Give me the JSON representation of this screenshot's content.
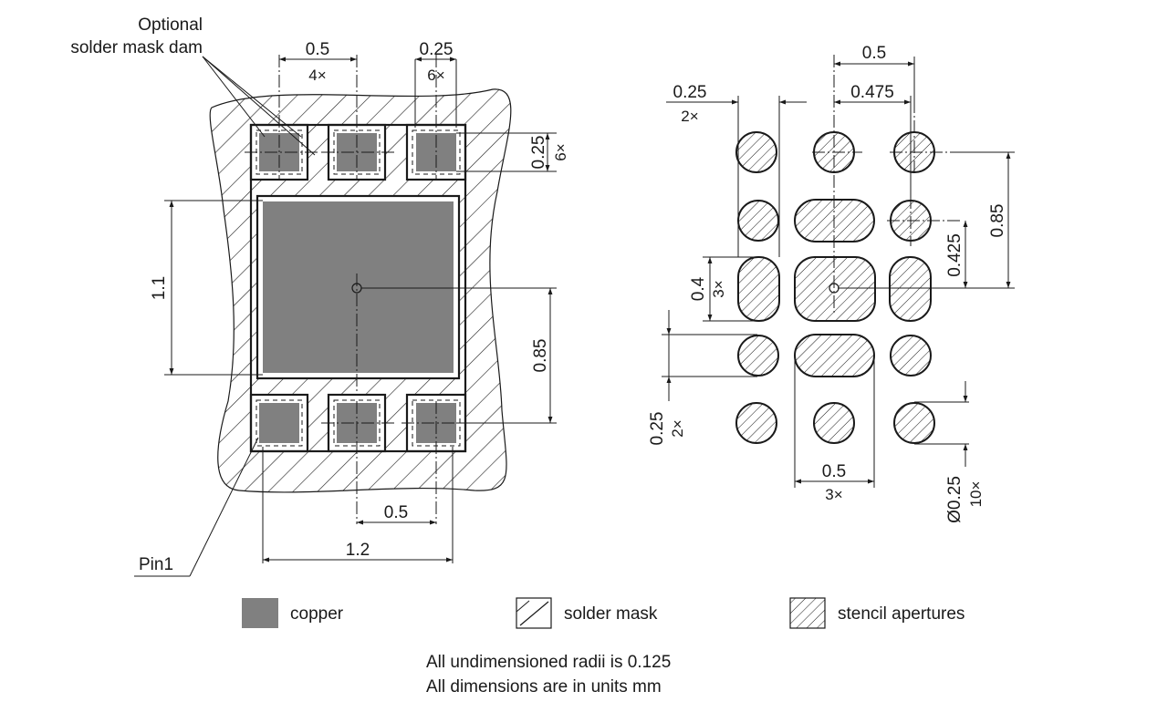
{
  "callouts": {
    "dam_line1": "Optional",
    "dam_line2": "solder mask dam",
    "pin1": "Pin1"
  },
  "footprint_dims": {
    "pitch": "0.5",
    "pitch_count": "4×",
    "pad_width": "0.25",
    "pad_width_count": "6×",
    "pad_height": "0.25",
    "pad_height_count": "6×",
    "pad_gap": "1.1",
    "center_offset": "0.85",
    "bottom_pitch": "0.5",
    "body_width": "1.2"
  },
  "stencil_dims": {
    "top_pitch": "0.5",
    "top_offset": "0.475",
    "aperture_width": "0.25",
    "aperture_width_count": "2×",
    "row_offset": "0.85",
    "center_row_offset": "0.425",
    "slot_height": "0.4",
    "slot_height_count": "3×",
    "small_height": "0.25",
    "small_height_count": "2×",
    "slot_pitch": "0.5",
    "slot_pitch_count": "3×",
    "diameter": "Ø0.25",
    "diameter_count": "10×"
  },
  "legend": {
    "copper": "copper",
    "solder_mask": "solder mask",
    "stencil": "stencil apertures"
  },
  "notes": {
    "line1": "All undimensioned radii is 0.125",
    "line2": "All dimensions are in units mm"
  },
  "colors": {
    "copper": "#808080",
    "line": "#1a1a1a",
    "background": "#ffffff"
  }
}
